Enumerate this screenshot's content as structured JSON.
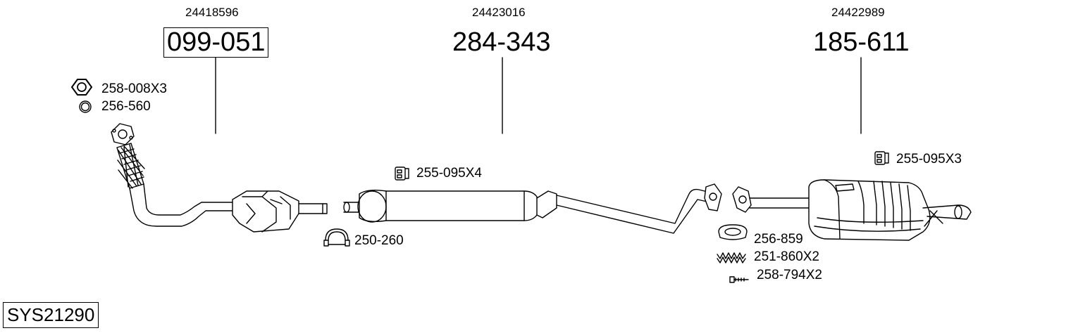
{
  "assemblies": [
    {
      "oem": "24418596",
      "part": "099-051",
      "boxed": true
    },
    {
      "oem": "24423016",
      "part": "284-343",
      "boxed": false
    },
    {
      "oem": "24422989",
      "part": "185-611",
      "boxed": false
    }
  ],
  "accessories": {
    "nut": "258-008X3",
    "ring": "256-560",
    "rubber_mount_mid": "255-095X4",
    "clamp": "250-260",
    "rubber_mount_rear": "255-095X3",
    "gasket": "256-859",
    "spring": "251-860X2",
    "bolt": "258-794X2"
  },
  "system_id": "SYS21290"
}
